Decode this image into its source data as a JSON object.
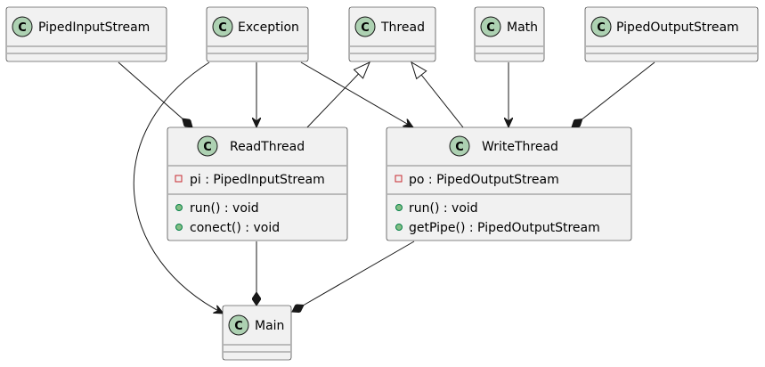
{
  "diagram": {
    "classes": {
      "piped_input_stream": {
        "stereotype": "C",
        "name": "PipedInputStream"
      },
      "exception": {
        "stereotype": "C",
        "name": "Exception"
      },
      "thread": {
        "stereotype": "C",
        "name": "Thread"
      },
      "math": {
        "stereotype": "C",
        "name": "Math"
      },
      "piped_output_stream": {
        "stereotype": "C",
        "name": "PipedOutputStream"
      },
      "read_thread": {
        "stereotype": "C",
        "name": "ReadThread",
        "fields": [
          {
            "visibility": "private",
            "text": "pi : PipedInputStream"
          }
        ],
        "methods": [
          {
            "visibility": "public",
            "text": "run() : void"
          },
          {
            "visibility": "public",
            "text": "conect() : void"
          }
        ]
      },
      "write_thread": {
        "stereotype": "C",
        "name": "WriteThread",
        "fields": [
          {
            "visibility": "private",
            "text": "po : PipedOutputStream"
          }
        ],
        "methods": [
          {
            "visibility": "public",
            "text": "run() : void"
          },
          {
            "visibility": "public",
            "text": "getPipe() : PipedOutputStream"
          }
        ]
      },
      "main": {
        "stereotype": "C",
        "name": "Main"
      }
    },
    "relations": [
      {
        "from": "PipedInputStream",
        "to": "ReadThread",
        "kind": "composition"
      },
      {
        "from": "Exception",
        "to": "ReadThread",
        "kind": "dependency"
      },
      {
        "from": "Exception",
        "to": "WriteThread",
        "kind": "dependency"
      },
      {
        "from": "Exception",
        "to": "Main",
        "kind": "dependency"
      },
      {
        "from": "ReadThread",
        "to": "Thread",
        "kind": "inheritance"
      },
      {
        "from": "WriteThread",
        "to": "Thread",
        "kind": "inheritance"
      },
      {
        "from": "Math",
        "to": "WriteThread",
        "kind": "dependency"
      },
      {
        "from": "PipedOutputStream",
        "to": "WriteThread",
        "kind": "composition"
      },
      {
        "from": "ReadThread",
        "to": "Main",
        "kind": "composition"
      },
      {
        "from": "WriteThread",
        "to": "Main",
        "kind": "composition"
      }
    ],
    "colors": {
      "class_fill": "#f1f1f1",
      "border": "#181818",
      "stereotype_circle": "#add1b2",
      "private_marker": "#c82930",
      "public_marker": "#84be84"
    }
  }
}
